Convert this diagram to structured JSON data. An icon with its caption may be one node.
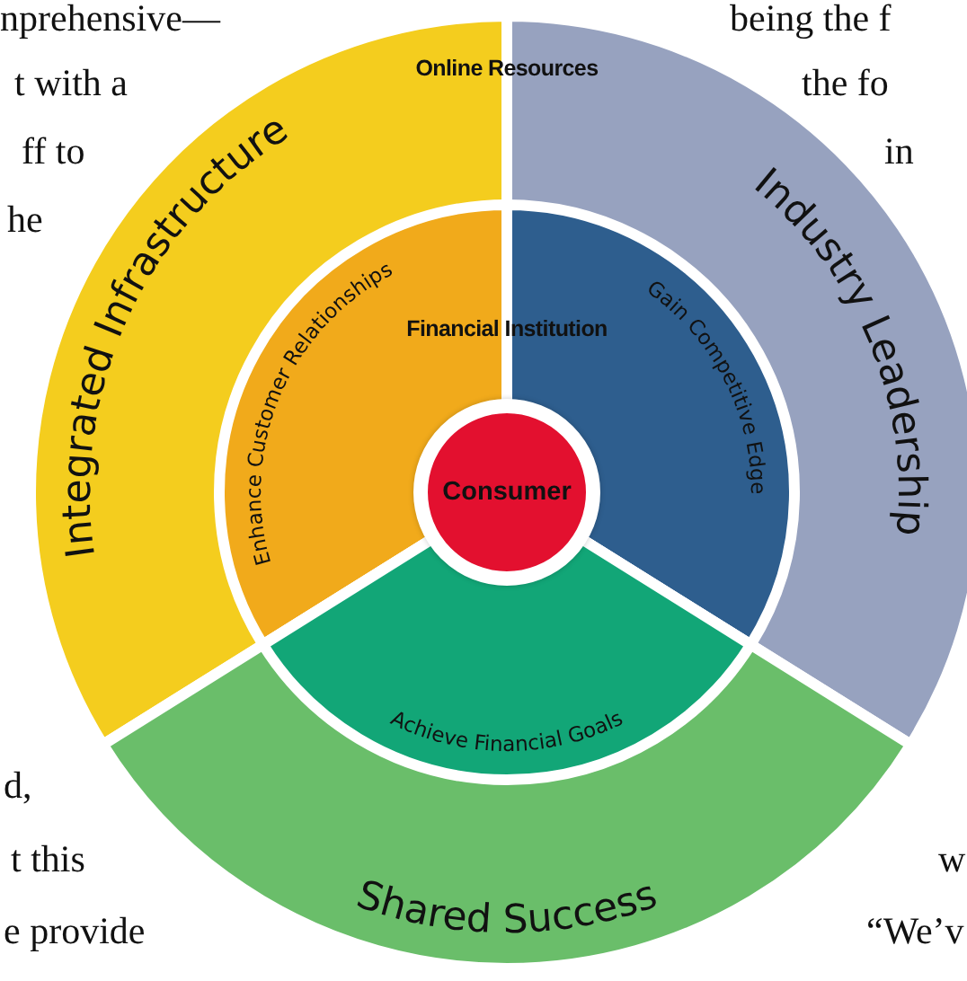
{
  "diagram": {
    "nodes": [
      {
        "text": [
          "Integrated Infrastructure"
        ]
      },
      {
        "text": [
          "Enhance Customer Relationships"
        ],
        "in": 0
      },
      {
        "text": [
          "Industry Leadership"
        ]
      },
      {
        "text": [
          "Gain Competitive Edge"
        ],
        "in": 2
      },
      {
        "text": [
          "Shared Success"
        ]
      },
      {
        "text": [
          "Achieve Financial Goals"
        ],
        "in": 4
      },
      {
        "text": [
          "Consumer"
        ]
      }
    ],
    "labels": [
      "Online Resources",
      "Financial Institution",
      "nprehensive—",
      "t with a",
      "ff to",
      "he",
      "d,",
      "t this",
      "e provide",
      "being the f",
      "the fo",
      "in",
      "w",
      "“We’v"
    ]
  }
}
